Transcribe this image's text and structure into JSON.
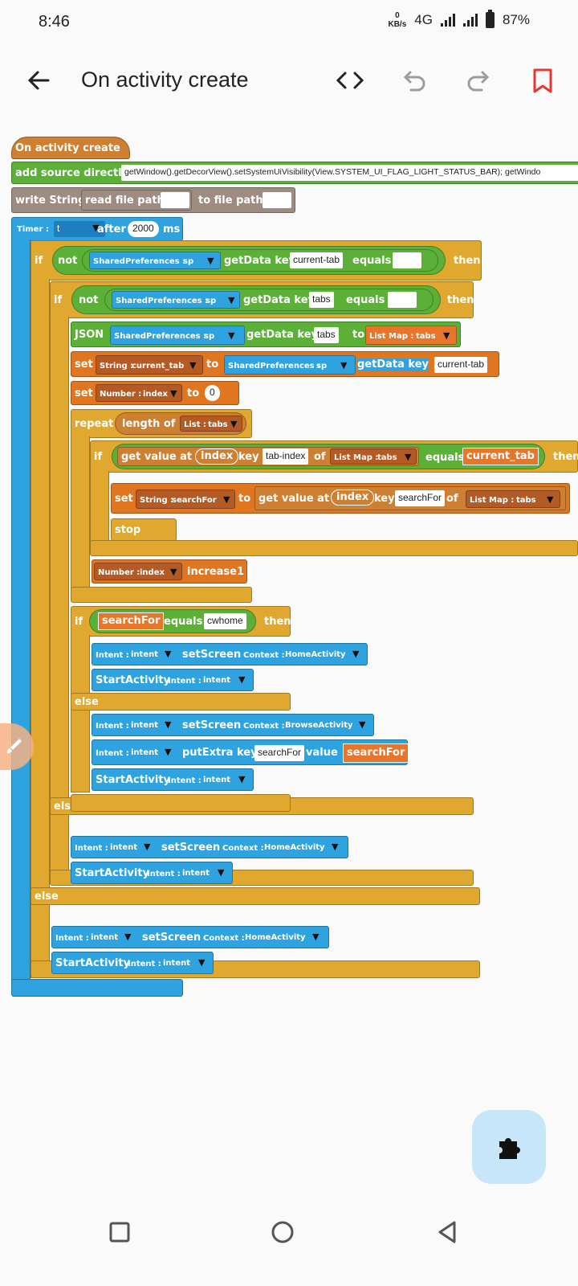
{
  "status_bar": {
    "time": "8:46",
    "kbs_value": "0",
    "kbs_unit": "KB/s",
    "network": "4G",
    "battery": "87%"
  },
  "app_bar": {
    "title": "On activity create",
    "back_icon": "arrow-back-icon",
    "code_icon": "code-icon",
    "undo_icon": "undo-icon",
    "redo_icon": "redo-icon",
    "bookmark_icon": "bookmark-icon"
  },
  "blocks": {
    "event": "On activity create",
    "add_source": "add source directly",
    "source_code": "getWindow().getDecorView().setSystemUiVisibility(View.SYSTEM_UI_FLAG_LIGHT_STATUS_BAR); getWindo",
    "write_string": "write String",
    "read_file_path": "read file path",
    "to_file_path": "to file path",
    "timer_label": "Timer :",
    "timer_var": "t",
    "after": "after",
    "delay": "2000",
    "ms": "ms",
    "if": "if",
    "not": "not",
    "then": "then",
    "else": "else",
    "sp_type": "SharedPreferences :",
    "sp_var": "sp",
    "get_data_key": "getData key",
    "key_current_tab": "current-tab",
    "key_tabs": "tabs",
    "equals": "equals",
    "json": "JSON",
    "to": "to",
    "list_map_type": "List Map :",
    "list_map_var": "tabs",
    "set": "set",
    "string_type": "String :",
    "current_tab_var": "current_tab",
    "number_type": "Number :",
    "index_var": "index",
    "zero": "0",
    "repeat": "repeat",
    "length_of": "length of",
    "list_type": "List :",
    "get_value_at": "get value at",
    "index_oval": "index",
    "key": "key",
    "key_tab_index": "tab-index",
    "of": "of",
    "current_tab_oval": "current_tab",
    "search_for_var": "searchFor",
    "key_search_for": "searchFor",
    "stop": "stop",
    "increase": "increase",
    "increase_by": "1",
    "search_for_block": "searchFor",
    "cwhome": "cwhome",
    "intent_type": "Intent :",
    "intent_var": "intent",
    "set_screen": "setScreen",
    "context_type": "Context :",
    "home_activity": "HomeActivity",
    "browse_activity": "BrowseActivity",
    "start_activity": "StartActivity",
    "put_extra_key": "putExtra key",
    "value": "value",
    "search_for_val": "searchFor"
  },
  "fab_icon": "puzzle-piece-icon",
  "nav": {
    "recents_icon": "square-recents-icon",
    "home_icon": "circle-home-icon",
    "back_icon": "triangle-back-icon"
  },
  "colors": {
    "control": "#e0a82e",
    "view": "#2fa3e0",
    "operator": "#5cb038",
    "variable": "#e8762a",
    "file": "#9e8c82",
    "event": "#cd7f32"
  }
}
